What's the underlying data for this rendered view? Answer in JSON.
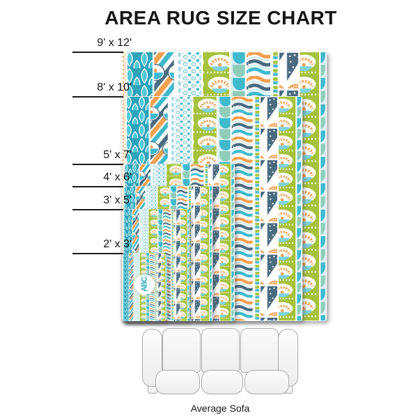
{
  "title": "AREA RUG SIZE CHART",
  "rugs": {
    "items": [
      {
        "label": "9' x 12'",
        "width_ft": 9,
        "length_ft": 12
      },
      {
        "label": "8' x 10'",
        "width_ft": 8,
        "length_ft": 10
      },
      {
        "label": "5' x 7'",
        "width_ft": 5,
        "length_ft": 7
      },
      {
        "label": "4' x 6'",
        "width_ft": 4,
        "length_ft": 6
      },
      {
        "label": "3' x 5'",
        "width_ft": 3,
        "length_ft": 5
      },
      {
        "label": "2' x 3'",
        "width_ft": 2,
        "length_ft": 3
      }
    ]
  },
  "monogram": {
    "text": "ABC"
  },
  "sofa": {
    "label": "Average Sofa"
  },
  "colors": {
    "teal": "#3FB9CC",
    "teal_dark": "#2FA3B8",
    "chartreuse": "#A6C23C",
    "orange": "#F2A050",
    "slate": "#4A6B80",
    "pale_blue": "#BCE4EE",
    "label_line": "#1A1A1A"
  }
}
